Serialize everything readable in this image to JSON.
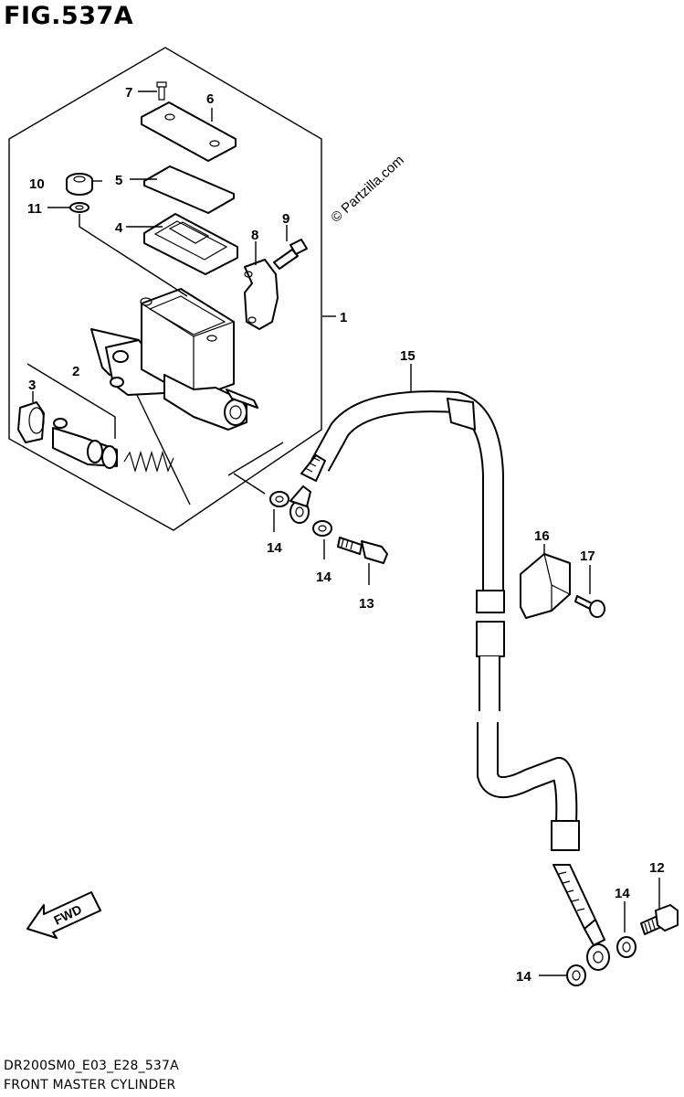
{
  "figure": {
    "title": "FIG.537A",
    "code": "DR200SM0_E03_E28_537A",
    "caption": "FRONT MASTER CYLINDER",
    "watermark": "© Partzilla.com",
    "fwd_label": "FWD"
  },
  "callouts": {
    "c1": "1",
    "c2": "2",
    "c3": "3",
    "c4": "4",
    "c5": "5",
    "c6": "6",
    "c7": "7",
    "c8": "8",
    "c9": "9",
    "c10": "10",
    "c11": "11",
    "c12": "12",
    "c13": "13",
    "c14a": "14",
    "c14b": "14",
    "c14c": "14",
    "c14d": "14",
    "c15": "15",
    "c16": "16",
    "c17": "17"
  }
}
